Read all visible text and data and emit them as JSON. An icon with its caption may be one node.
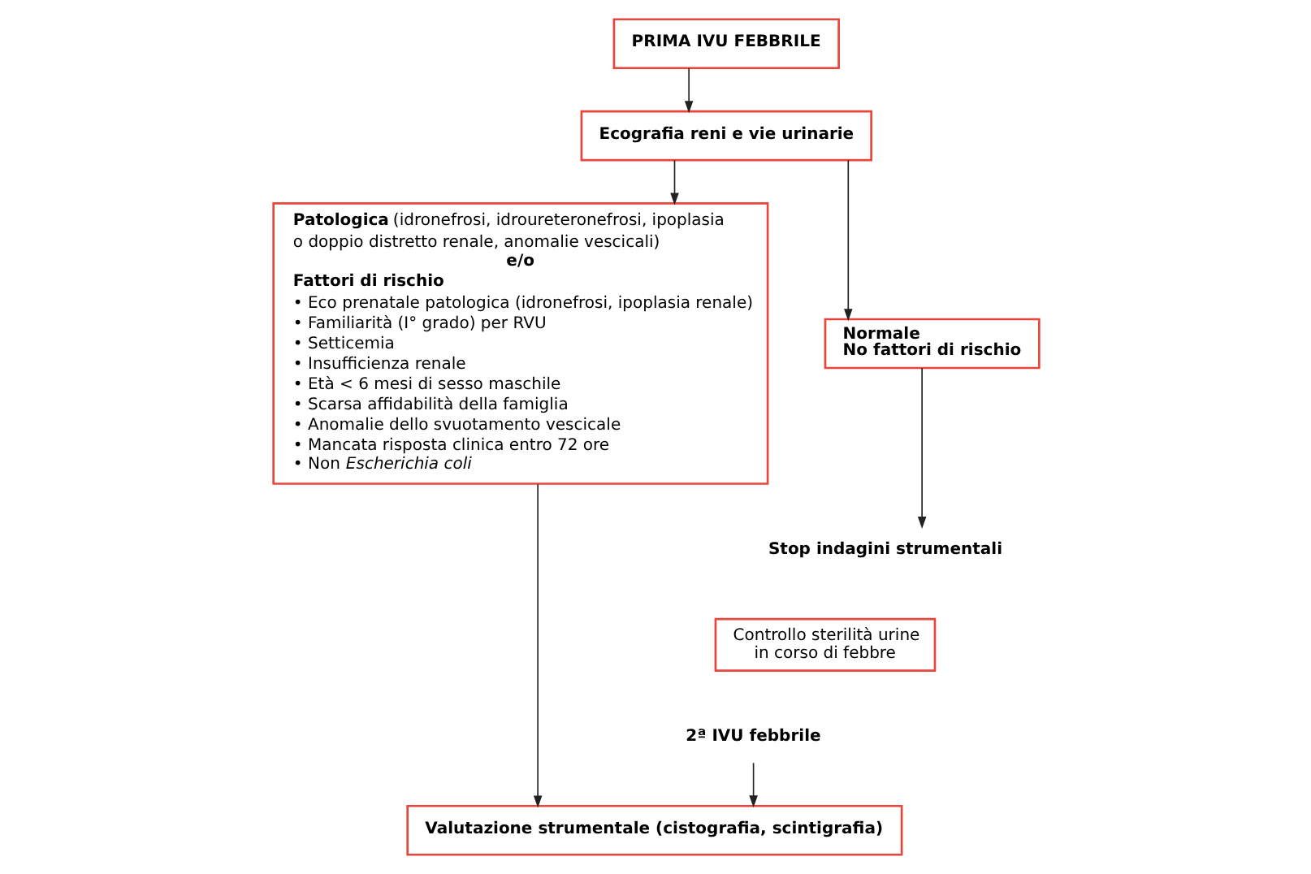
{
  "diagram": {
    "nodes": [
      {
        "text": [
          "PRIMA IVU FEBBRILE"
        ]
      },
      {
        "text": [
          "Ecografia reni e vie urinarie"
        ]
      },
      {
        "text": [
          "**Patologica** (idronefrosi, idroureteronefrosi, ipoplasia o doppio distretto renale, anomalie vescicali)",
          "e/o",
          "Fattori di rischio",
          "• Eco prenatale patologica (idronefrosi, ipoplasia renale)",
          "• Familiarità (I° grado) per RVU",
          "• Setticemia",
          "• Insufficienza renale",
          "• Età < 6 mesi di sesso maschile",
          "• Scarsa affidabilità della famiglia",
          "• Anomalie dello svuotamento vescicale",
          "• Mancata risposta clinica entro 72 ore",
          "• Non *Escherichia coli*"
        ]
      },
      {
        "text": [
          "Normale",
          "No fattori di rischio"
        ]
      },
      {
        "text": [
          "Stop indagini strumentali"
        ]
      },
      {
        "text": [
          "Controllo sterilità urine in corso di febbre"
        ]
      },
      {
        "text": [
          "2ª IVU febbrile"
        ]
      },
      {
        "text": [
          "Valutazione strumentale (cistografia, scintigrafia)"
        ]
      }
    ],
    "edges": [
      {
        "from": 0,
        "to": 1,
        "arrow": "to"
      },
      {
        "from": 1,
        "to": 2,
        "arrow": "to"
      },
      {
        "from": 1,
        "to": 3,
        "arrow": "to"
      },
      {
        "from": 3,
        "to": 4,
        "arrow": "to"
      },
      {
        "from": 2,
        "to": 7,
        "arrow": "to"
      },
      {
        "from": 6,
        "to": 7,
        "arrow": "to"
      }
    ]
  }
}
